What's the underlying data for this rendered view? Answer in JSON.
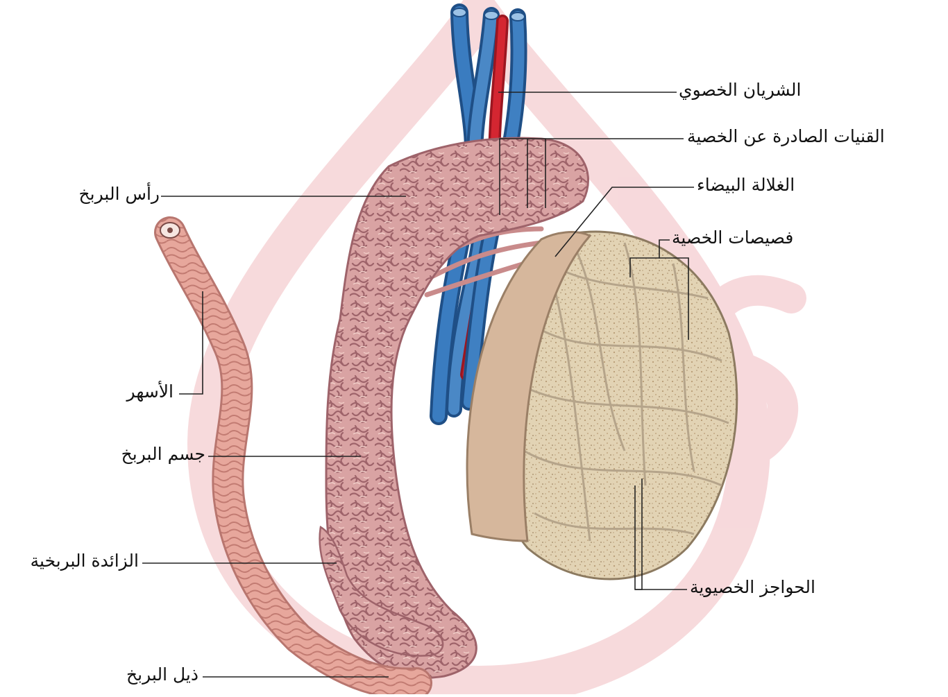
{
  "diagram": {
    "labels_right": [
      "الشريان الخصوي",
      "القنيات الصادرة عن الخصية",
      "الغلالة البيضاء",
      "فصيصات الخصية",
      "الحواجز الخصيوية"
    ],
    "labels_left": [
      "رأس البربخ",
      "الأسهر",
      "جسم البربخ",
      "الزائدة البربخية",
      "ذيل البربخ"
    ]
  },
  "colors": {
    "background": "#ffffff",
    "watermark": "#f6d3d6",
    "epididymis": "#d9a3a3",
    "epididymis_dark": "#b07478",
    "vas_deferens": "#e7a79c",
    "artery": "#d42631",
    "vein": "#2e6fae",
    "tunica": "#d6b79c",
    "testis": "#e2d3b4",
    "septa": "#b5a48a",
    "leader": "#222222",
    "text": "#111111"
  }
}
